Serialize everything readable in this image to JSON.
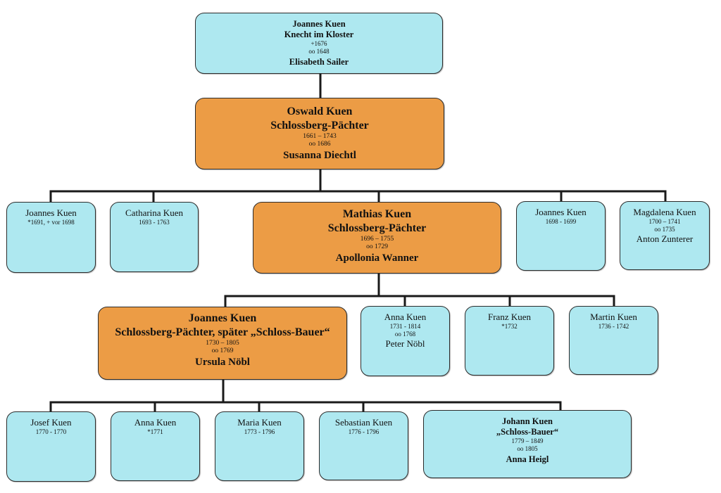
{
  "colors": {
    "cyan_box": "#aee8f0",
    "orange_box": "#ec9c45",
    "line": "#1a1a1a"
  },
  "root": {
    "name": "Joannes Kuen",
    "role": "Knecht im Kloster",
    "died": "+1676",
    "married": "oo 1648",
    "spouse": "Elisabeth Sailer"
  },
  "gen1": {
    "name": "Oswald Kuen",
    "role": "Schlossberg-Pächter",
    "dates": "1661 – 1743",
    "married": "oo 1686",
    "spouse": "Susanna Diechtl"
  },
  "gen2": [
    {
      "name": "Joannes Kuen",
      "dates": "*1691, + vor 1698"
    },
    {
      "name": "Catharina Kuen",
      "dates": "1693 - 1763"
    },
    {
      "name": "Mathias Kuen",
      "role": "Schlossberg-Pächter",
      "dates": "1696 – 1755",
      "married": "oo 1729",
      "spouse": "Apollonia Wanner"
    },
    {
      "name": "Joannes Kuen",
      "dates": "1698 - 1699"
    },
    {
      "name": "Magdalena Kuen",
      "dates": "1700 – 1741",
      "married": "oo 1735",
      "spouse": "Anton Zunterer"
    }
  ],
  "gen3": [
    {
      "name": "Joannes Kuen",
      "role": "Schlossberg-Pächter, später „Schloss-Bauer“",
      "dates": "1730 – 1805",
      "married": "oo 1769",
      "spouse": "Ursula Nöbl"
    },
    {
      "name": "Anna Kuen",
      "dates": "1731 - 1814",
      "married": "oo 1768",
      "spouse": "Peter Nöbl"
    },
    {
      "name": "Franz Kuen",
      "dates": "*1732"
    },
    {
      "name": "Martin Kuen",
      "dates": "1736 - 1742"
    }
  ],
  "gen4": [
    {
      "name": "Josef Kuen",
      "dates": "1770 - 1770"
    },
    {
      "name": "Anna Kuen",
      "dates": "*1771"
    },
    {
      "name": "Maria Kuen",
      "dates": "1773 - 1796"
    },
    {
      "name": "Sebastian Kuen",
      "dates": "1776 - 1796"
    },
    {
      "name": "Johann Kuen",
      "role": "„Schloss-Bauer“",
      "dates": "1779 – 1849",
      "married": "oo 1805",
      "spouse": "Anna Heigl"
    }
  ]
}
